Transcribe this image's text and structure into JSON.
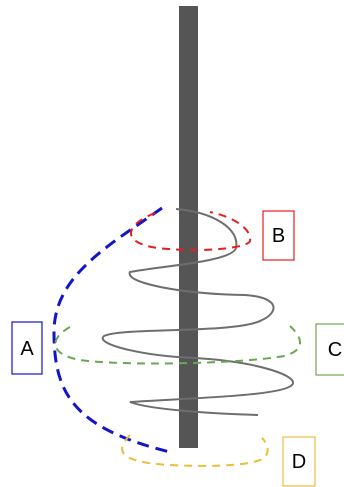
{
  "colors": {
    "rod": "#555555",
    "helix": "#6e6e6e",
    "a": "#1414c8",
    "b": "#e81d1d",
    "c": "#6aa84f",
    "d": "#e8bf3a"
  },
  "labels": {
    "a": "A",
    "b": "B",
    "c": "C",
    "d": "D"
  }
}
